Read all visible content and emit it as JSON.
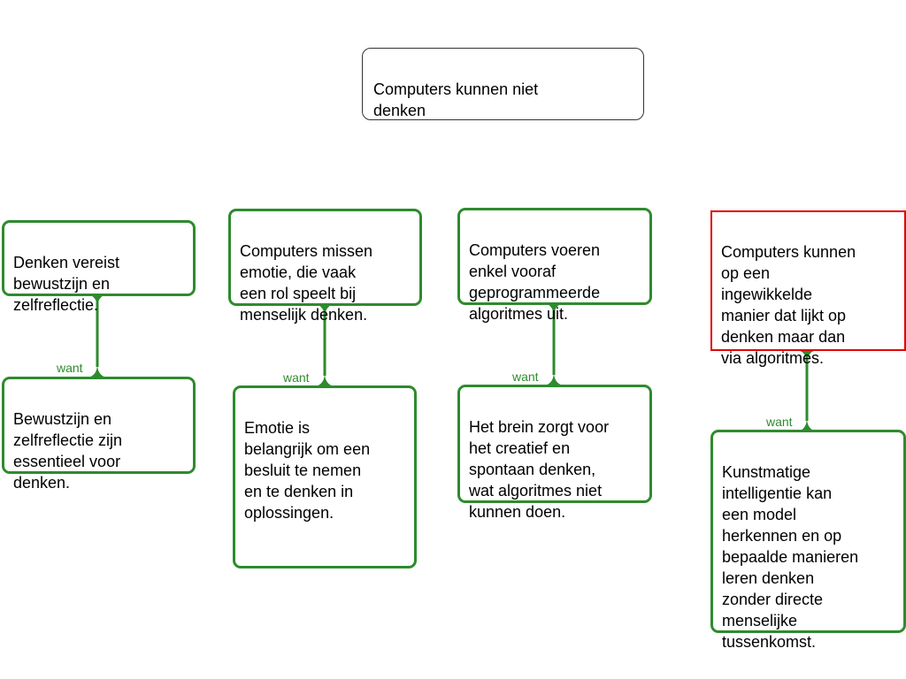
{
  "colors": {
    "connector": "#2e8b2e",
    "box_border_green": "#2e8b2e",
    "box_border_red": "#e00000",
    "main_border": "#333333"
  },
  "main_claim": {
    "text": "Computers kunnen niet\ndenken"
  },
  "connector_label": "want",
  "columns": [
    {
      "reason": "Denken vereist\nbewustzijn en\nzelfreflectie.",
      "support": "Bewustzijn en\nzelfreflectie zijn\nessentieel voor\ndenken."
    },
    {
      "reason": "Computers missen\nemotie, die vaak\neen rol speelt bij\nmenselijk denken.",
      "support": "Emotie is\nbelangrijk om een\nbesluit te nemen\nen te denken in\noplossingen."
    },
    {
      "reason": "Computers voeren\nenkel vooraf\ngeprogrammeerde\nalgoritmes uit.",
      "support": "Het brein zorgt voor\nhet creatief en\nspontaan denken,\nwat algoritmes niet\nkunnen doen."
    },
    {
      "reason": "Computers kunnen\nop een\ningewikkelde\nmanier dat lijkt op\ndenken maar dan\nvia algoritmes.",
      "support": "Kunstmatige\nintelligentie kan\neen model\nherkennen en op\nbepaalde manieren\nleren denken\nzonder directe\nmenselijke\ntussenkomst."
    }
  ]
}
